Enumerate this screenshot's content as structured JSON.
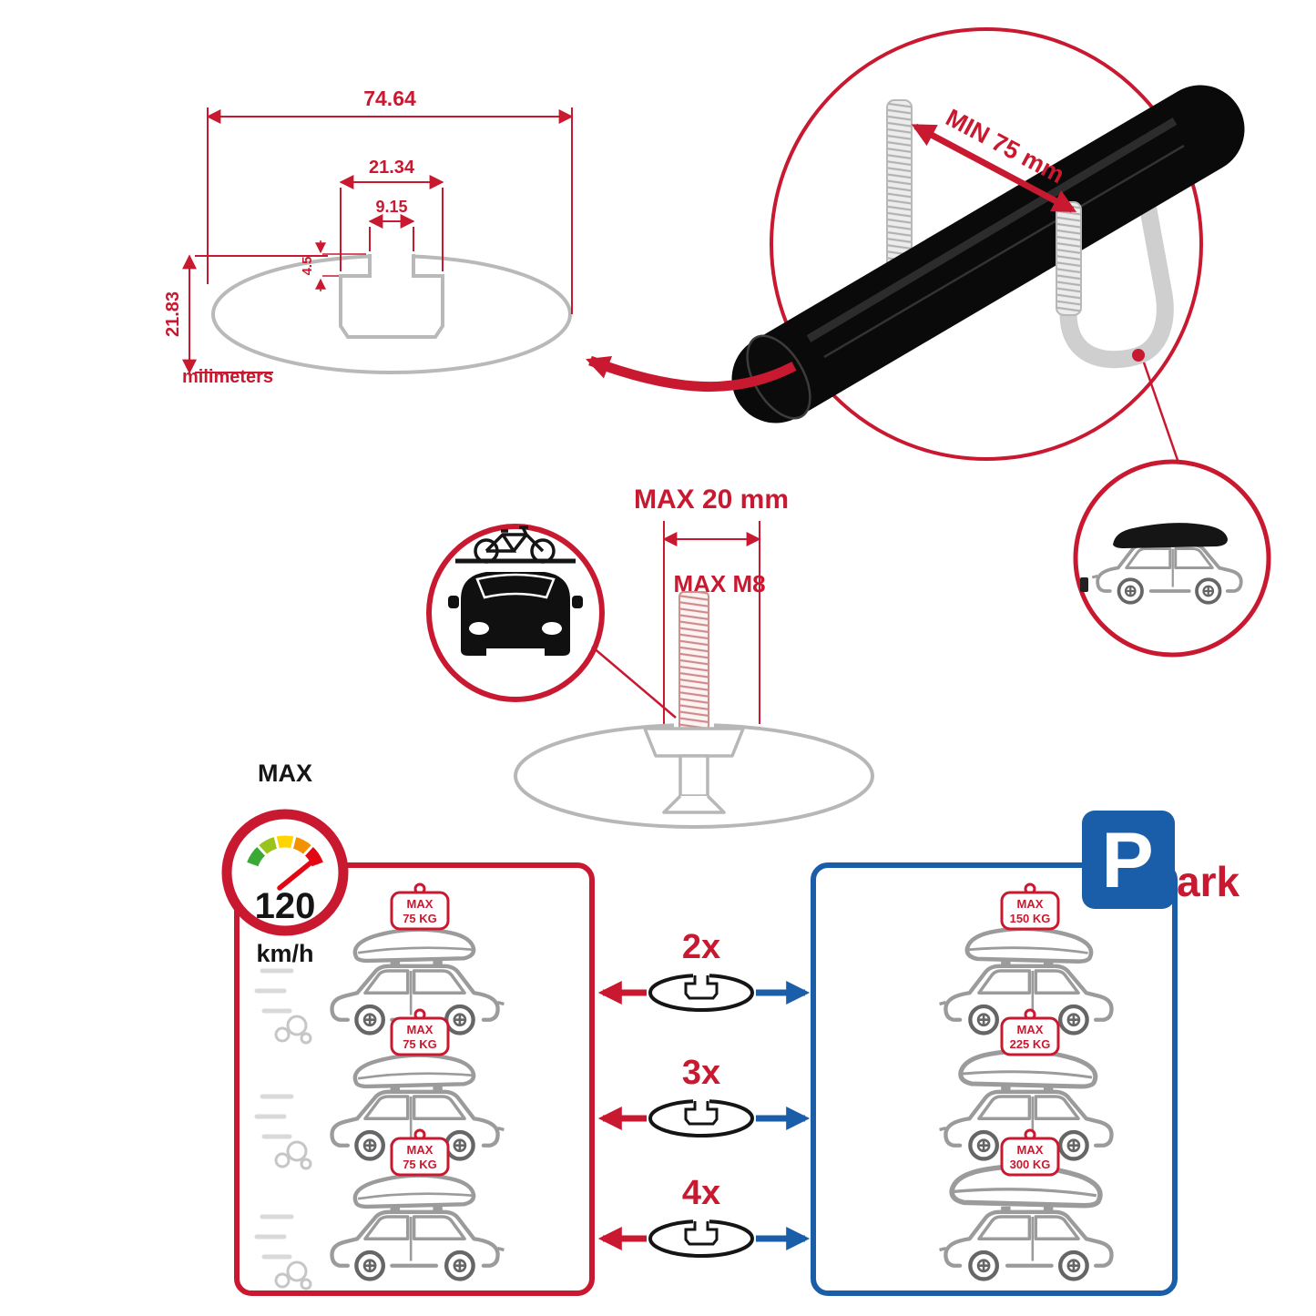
{
  "colors": {
    "accent_red": "#C81930",
    "accent_blue": "#1A5DA8",
    "outline_gray": "#9B9B9B",
    "bar_black": "#0A0A0A",
    "gauge_segments": [
      "#3aaa35",
      "#9ac31c",
      "#ffd400",
      "#f39200",
      "#e30613"
    ]
  },
  "cross_section": {
    "dim_total_width": "74.64",
    "dim_channel_width": "21.34",
    "dim_slot_width": "9.15",
    "dim_slot_depth": "4.5",
    "dim_height": "21.83",
    "unit_label": "milimeters"
  },
  "clamp": {
    "min_label": "MIN 75 mm"
  },
  "bolt": {
    "max_length_label": "MAX 20 mm",
    "max_thread_label": "MAX M8"
  },
  "speed_limit": {
    "title": "MAX",
    "value": "120",
    "unit": "km/h"
  },
  "capacity": {
    "multipliers": [
      "2x",
      "3x",
      "4x"
    ],
    "single_bar_cars": [
      {
        "max": "MAX",
        "weight": "75 KG"
      },
      {
        "max": "MAX",
        "weight": "75 KG"
      },
      {
        "max": "MAX",
        "weight": "75 KG"
      }
    ],
    "multi_bar_cars": [
      {
        "max": "MAX",
        "weight": "150 KG"
      },
      {
        "max": "MAX",
        "weight": "225 KG"
      },
      {
        "max": "MAX",
        "weight": "300 KG"
      }
    ],
    "park_sign": {
      "letter": "P",
      "suffix": "ark"
    }
  }
}
